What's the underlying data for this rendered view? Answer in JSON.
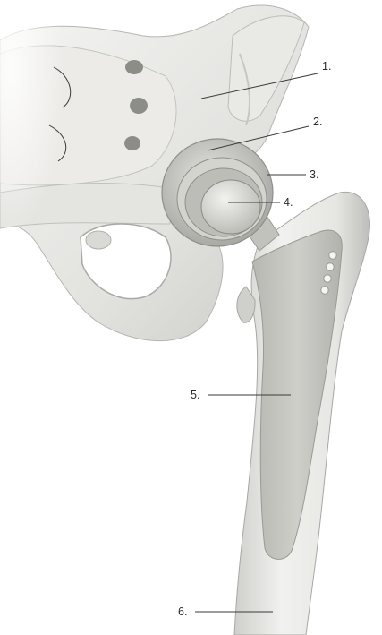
{
  "figure": {
    "callouts": [
      {
        "id": "1",
        "text": "1."
      },
      {
        "id": "2",
        "text": "2."
      },
      {
        "id": "3",
        "text": "3."
      },
      {
        "id": "4",
        "text": "4."
      },
      {
        "id": "5",
        "text": "5."
      },
      {
        "id": "6",
        "text": "6."
      }
    ]
  }
}
